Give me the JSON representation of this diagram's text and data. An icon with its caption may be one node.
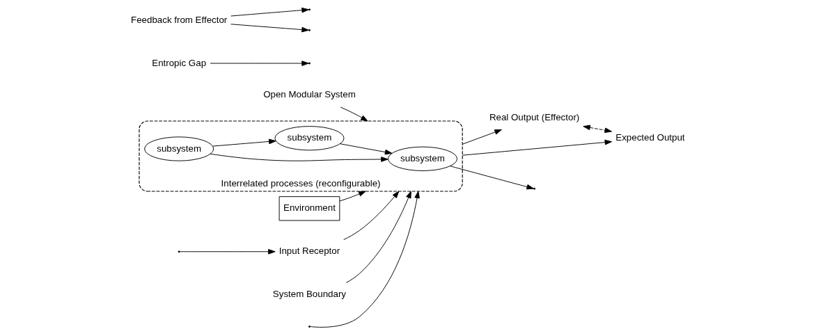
{
  "diagram": {
    "nodes": [
      {
        "text": [
          "Open Modular System"
        ]
      },
      {
        "text": [
          "Environment"
        ]
      },
      {
        "text": [
          "Interrelated processes (reconfigurable)"
        ]
      },
      {
        "text": [
          "subsystem"
        ],
        "in": 2
      },
      {
        "text": [
          "subsystem"
        ],
        "in": 2
      },
      {
        "text": [
          "subsystem"
        ],
        "in": 2
      },
      {
        "text": [
          "Entropic Gap"
        ]
      },
      {
        "text": [
          "Input Receptor"
        ]
      },
      {
        "text": [
          "System Boundary"
        ]
      },
      {
        "text": [
          "Feedback from Effector"
        ]
      },
      {
        "text": [
          "Real Output (Effector)"
        ]
      },
      {
        "text": [
          "Expected Output"
        ]
      }
    ],
    "edges": [
      {
        "from": 0,
        "to": 2,
        "arrow": "to"
      },
      {
        "from": 1,
        "to": 2,
        "arrow": "to"
      },
      {
        "from": 8,
        "to": 2,
        "arrow": "to"
      },
      {
        "from": 7,
        "to": 2,
        "arrow": "to"
      },
      {
        "from": 4,
        "to": 3,
        "arrow": "to"
      },
      {
        "from": 5,
        "to": 3,
        "arrow": "to"
      },
      {
        "from": 3,
        "to": null,
        "arrow": "to"
      },
      {
        "from": 4,
        "to": 5,
        "arrow": "to"
      },
      {
        "from": 2,
        "to": 10,
        "arrow": "to"
      },
      {
        "from": 2,
        "to": 11,
        "arrow": "to"
      },
      {
        "from": 10,
        "to": 11,
        "arrow": "both",
        "style": "dashed"
      },
      {
        "from": 6,
        "to": null,
        "arrow": "to"
      },
      {
        "from": null,
        "to": 7,
        "arrow": "to"
      },
      {
        "from": null,
        "to": 2,
        "arrow": "to"
      },
      {
        "from": 9,
        "to": null,
        "arrow": "to"
      },
      {
        "from": 9,
        "to": null,
        "arrow": "to"
      }
    ]
  }
}
